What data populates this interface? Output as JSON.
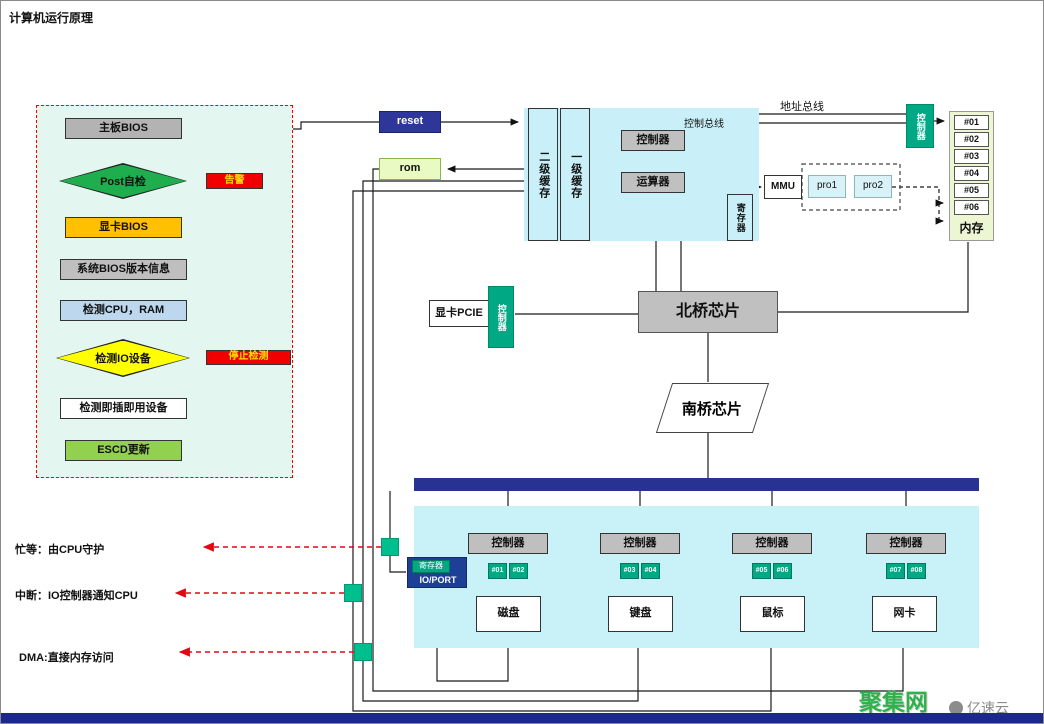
{
  "page": {
    "title": "计算机运行原理"
  },
  "flowchart": {
    "mb_bios": "主板BIOS",
    "post_check": "Post自检",
    "alarm": "告警",
    "gpu_bios": "显卡BIOS",
    "sys_bios_info": "系统BIOS版本信息",
    "detect_cpu_ram": "检测CPU，RAM",
    "detect_io": "检测IO设备",
    "stop_detect": "停止检测",
    "detect_pnp": "检测即插即用设备",
    "escd_update": "ESCD更新"
  },
  "signals": {
    "reset": "reset",
    "rom": "rom"
  },
  "cpu": {
    "l2_cache": "二级缓存",
    "l1_cache": "一级缓存",
    "controller": "控制器",
    "alu": "运算器",
    "register": "寄存器"
  },
  "buses": {
    "control": "控制总线",
    "address": "地址总线"
  },
  "mmu": {
    "mmu": "MMU",
    "pro1": "pro1",
    "pro2": "pro2"
  },
  "memory": {
    "controller": "控制器",
    "label": "内存",
    "cells": [
      "#01",
      "#02",
      "#03",
      "#04",
      "#05",
      "#06"
    ]
  },
  "gpu": {
    "pcie": "显卡PCIE",
    "controller": "控制器"
  },
  "bridge": {
    "north": "北桥芯片",
    "south": "南桥芯片"
  },
  "io": {
    "register": "寄存器",
    "ioport": "IO/PORT",
    "groups": [
      {
        "controller": "控制器",
        "ports": [
          "#01",
          "#02"
        ],
        "device": "磁盘"
      },
      {
        "controller": "控制器",
        "ports": [
          "#03",
          "#04"
        ],
        "device": "键盘"
      },
      {
        "controller": "控制器",
        "ports": [
          "#05",
          "#06"
        ],
        "device": "鼠标"
      },
      {
        "controller": "控制器",
        "ports": [
          "#07",
          "#08"
        ],
        "device": "网卡"
      }
    ]
  },
  "annotations": {
    "busy": "忙等：由CPU守护",
    "interrupt": "中断：IO控制器通知CPU",
    "dma": "DMA:直接内存访问"
  },
  "footer": {
    "brand": "聚集网",
    "site": "亿速云"
  },
  "colors": {
    "teal": "#00a884",
    "bus_blue": "#283291",
    "cpu_cyan": "#c9f0f8",
    "alert_red": "#f00000"
  }
}
